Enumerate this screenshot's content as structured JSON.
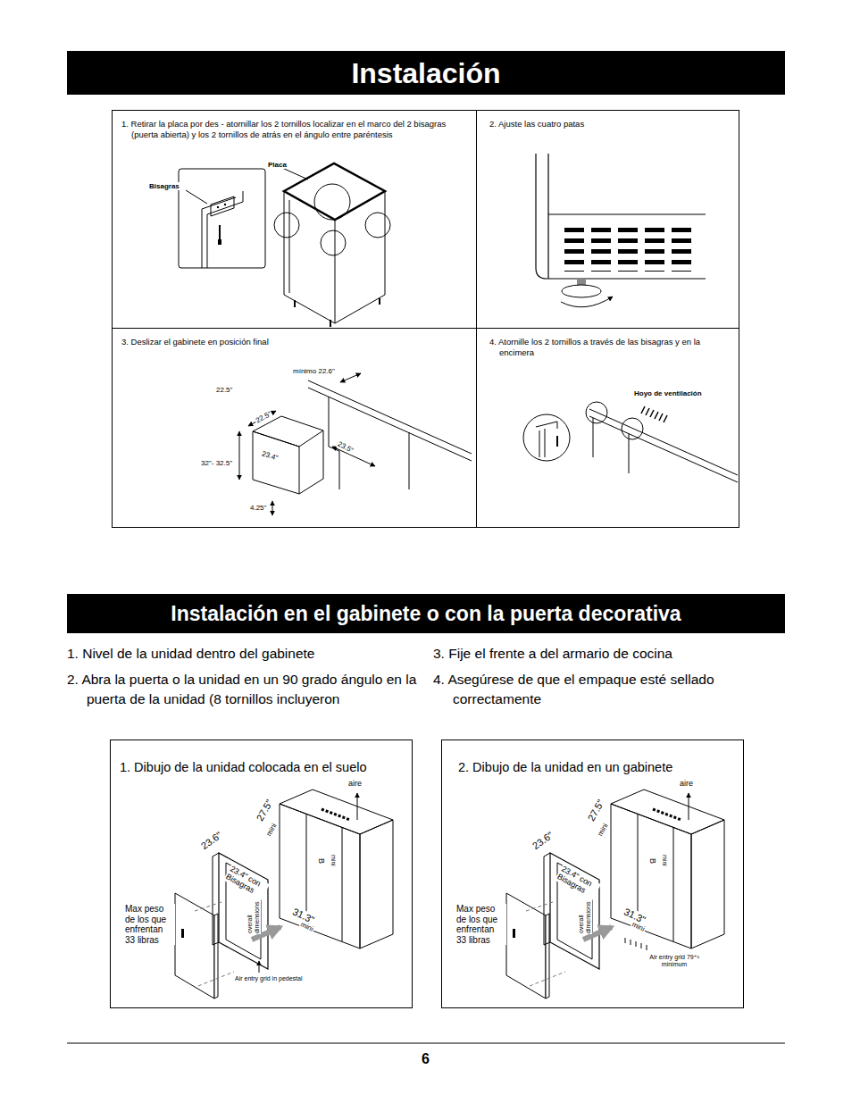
{
  "diagram": {
    "nodes": [
      {
        "text": [
          "Instalación"
        ]
      },
      {
        "text": [
          "1. Retirar la placa por des - atornillar los 2 tornillos localizar en el marco del 2 bisagras (puerta abierta) y los 2 tornillos de atrás en el ángulo entre paréntesis"
        ]
      },
      {
        "text": [
          "2. Ajuste las cuatro patas"
        ]
      },
      {
        "text": [
          "3. Deslizar el gabinete en posición final"
        ]
      },
      {
        "text": [
          "4. Atornille los 2 tornillos a través de las bisagras y en la encimera"
        ]
      },
      {
        "text": [
          "Instalación en el gabinete o con la puerta decorativa"
        ]
      },
      {
        "text": [
          "1. Dibujo de la unidad colocada en el suelo"
        ]
      },
      {
        "text": [
          "2. Dibujo de la unidad en un gabinete"
        ]
      }
    ],
    "labels": [
      "Bisagras",
      "Placa",
      "mínimo 22.6\"",
      "22.5\"",
      "22.5\"",
      "23.4\"",
      "23.5\"",
      "32\"- 32.5\"",
      "4.25\"",
      "Hoyo de ventilación",
      "1. Nivel de la unidad dentro del gabinete",
      "2. Abra la puerta o la unidad en un 90 grado ángulo en la puerta de la unidad (8 tornillos incluyeron",
      "3. Fije el frente a del armario de cocina",
      "4. Asegúrese de que el empaque esté sellado correctamente",
      "27.5\"",
      "mini",
      "aire",
      "23.6\"",
      "23.4\" con Bisagras",
      "B",
      "mini",
      "31.3\"",
      "mini",
      "overall dimensions",
      "Max peso de los que enfrentan 33 libras",
      "Air entry grid in pedestal",
      "27.5\"",
      "mini",
      "aire",
      "23.6\"",
      "23.4\" con Bisagras",
      "B",
      "mini",
      "31.3\"",
      "mini",
      "overall dimensions",
      "Max peso de los que enfrentan 33 libras",
      "Air entry grid 79⁺² minimum",
      "6"
    ]
  }
}
